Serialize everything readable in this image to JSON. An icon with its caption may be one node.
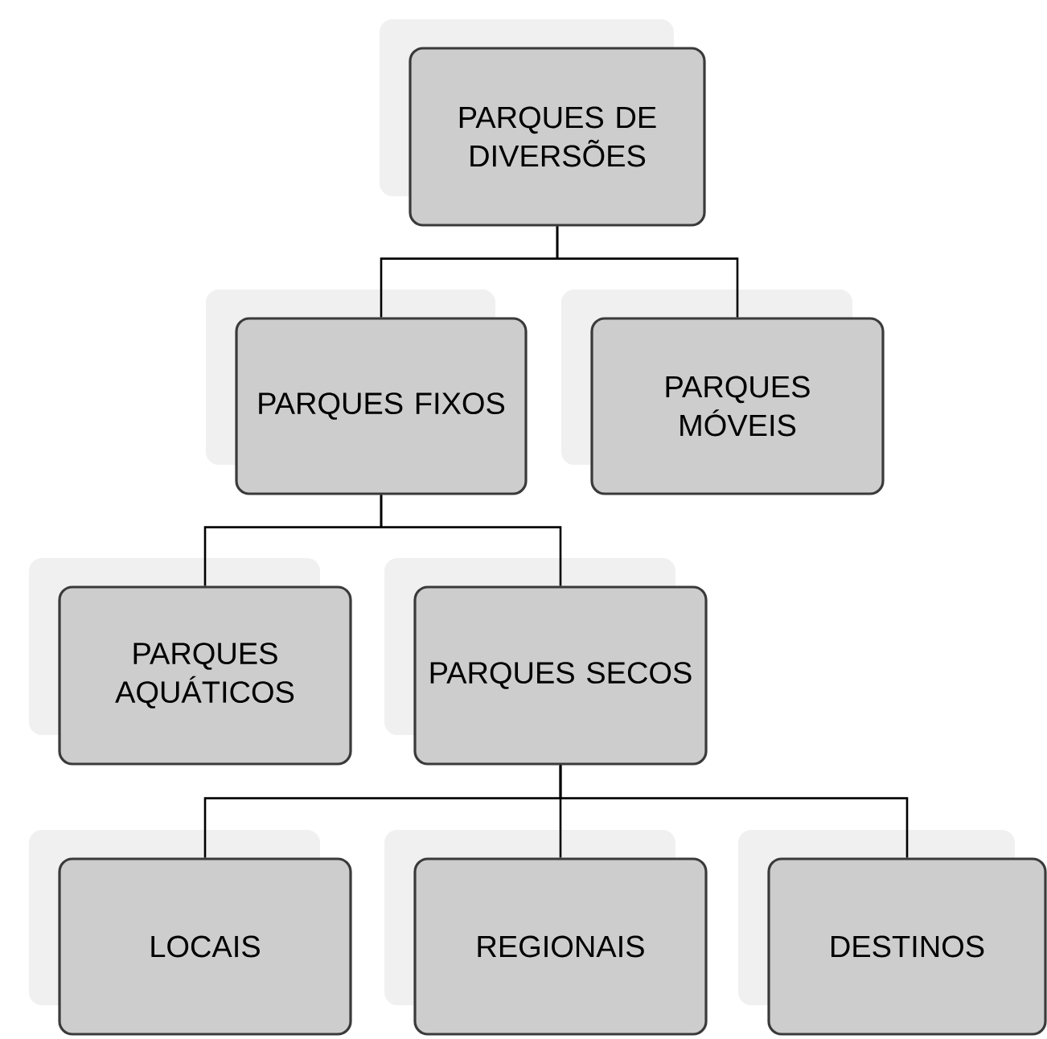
{
  "diagram": {
    "nodes": [
      {
        "text": [
          "PARQUES DE DIVERSÕES"
        ]
      },
      {
        "text": [
          "PARQUES FIXOS"
        ]
      },
      {
        "text": [
          "PARQUES MÓVEIS"
        ]
      },
      {
        "text": [
          "PARQUES AQUÁTICOS"
        ]
      },
      {
        "text": [
          "PARQUES SECOS"
        ]
      },
      {
        "text": [
          "LOCAIS"
        ]
      },
      {
        "text": [
          "REGIONAIS"
        ]
      },
      {
        "text": [
          "DESTINOS"
        ]
      }
    ],
    "edges": [
      {
        "from": 0,
        "to": 1,
        "arrow": "none"
      },
      {
        "from": 0,
        "to": 2,
        "arrow": "none"
      },
      {
        "from": 1,
        "to": 3,
        "arrow": "none"
      },
      {
        "from": 1,
        "to": 4,
        "arrow": "none"
      },
      {
        "from": 4,
        "to": 5,
        "arrow": "none"
      },
      {
        "from": 4,
        "to": 6,
        "arrow": "none"
      },
      {
        "from": 4,
        "to": 7,
        "arrow": "none"
      }
    ]
  }
}
